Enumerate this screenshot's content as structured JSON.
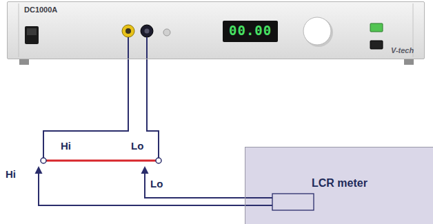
{
  "diagram": {
    "nodes": [
      {
        "text": [
          "DC1000A",
          "00.00",
          "V-tech"
        ]
      },
      {
        "text": [
          "LCR meter"
        ]
      }
    ],
    "labels": [
      "Hi",
      "Lo",
      "Hi",
      "Lo"
    ]
  }
}
